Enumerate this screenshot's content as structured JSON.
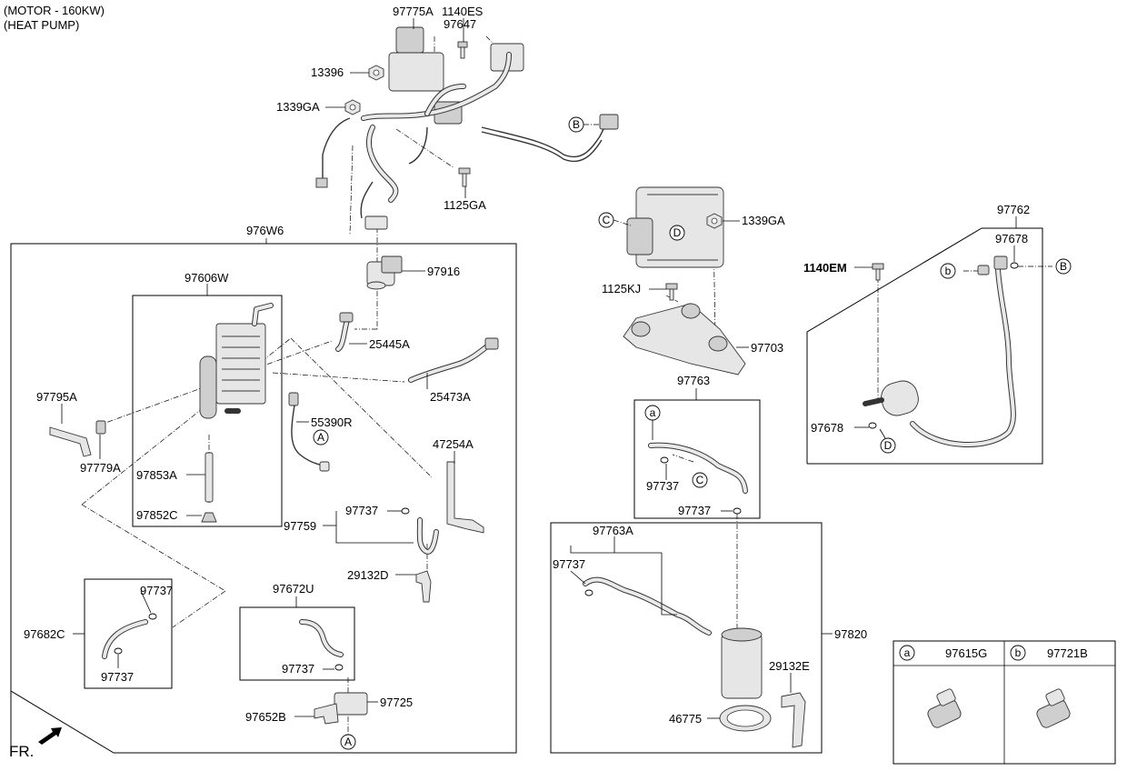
{
  "header": {
    "line1": "(MOTOR - 160KW)",
    "line2": "(HEAT PUMP)"
  },
  "orientation": {
    "label": "FR."
  },
  "labels": {
    "p97775A": "97775A",
    "p1140ES": "1140ES",
    "p97647": "97647",
    "p13396": "13396",
    "p1339GA_top": "1339GA",
    "p1125GA": "1125GA",
    "p976W6": "976W6",
    "p97916": "97916",
    "p97606W": "97606W",
    "p25445A": "25445A",
    "p25473A": "25473A",
    "p97795A": "97795A",
    "p55390R": "55390R",
    "p97779A": "97779A",
    "p97853A": "97853A",
    "p47254A": "47254A",
    "p97852C": "97852C",
    "p97737_a": "97737",
    "p97759": "97759",
    "p29132D": "29132D",
    "p97737_b": "97737",
    "p97682C": "97682C",
    "p97737_c": "97737",
    "p97672U": "97672U",
    "p97737_d": "97737",
    "p97725": "97725",
    "p97652B": "97652B",
    "p1339GA_mid": "1339GA",
    "p1125KJ": "1125KJ",
    "p97703": "97703",
    "p97763": "97763",
    "p97737_e": "97737",
    "p97737_f": "97737",
    "p97763A": "97763A",
    "p97737_g": "97737",
    "p97820": "97820",
    "p29132E": "29132E",
    "p46775": "46775",
    "p97762": "97762",
    "p97678_top": "97678",
    "p1140EM": "1140EM",
    "p97678_bot": "97678"
  },
  "callouts": {
    "A": "A",
    "B": "B",
    "C": "C",
    "D": "D",
    "a": "a",
    "b": "b"
  },
  "legend": {
    "items": [
      {
        "key": "a",
        "part": "97615G"
      },
      {
        "key": "b",
        "part": "97721B"
      }
    ]
  }
}
